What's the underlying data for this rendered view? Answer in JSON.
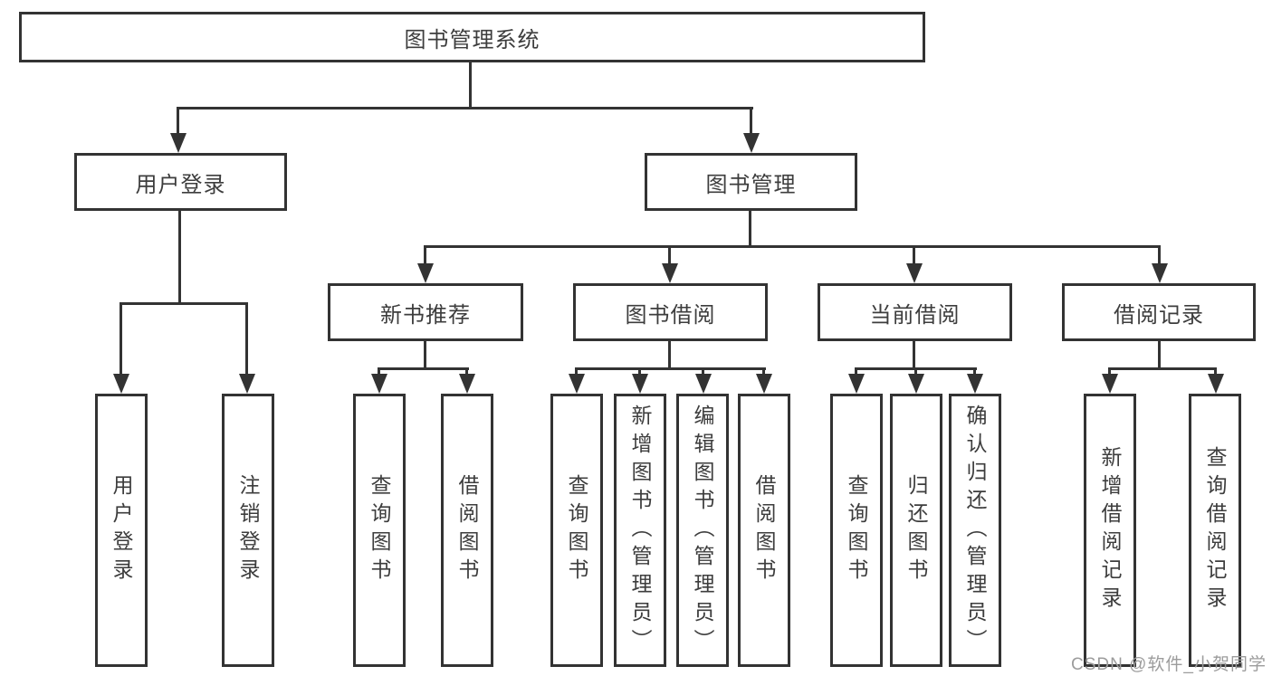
{
  "diagram": {
    "type": "hierarchy-tree",
    "root": {
      "label": "图书管理系统"
    },
    "level2": [
      {
        "label": "用户登录",
        "parent": "图书管理系统"
      },
      {
        "label": "图书管理",
        "parent": "图书管理系统"
      }
    ],
    "level3": [
      {
        "label": "新书推荐",
        "parent": "图书管理"
      },
      {
        "label": "图书借阅",
        "parent": "图书管理"
      },
      {
        "label": "当前借阅",
        "parent": "图书管理"
      },
      {
        "label": "借阅记录",
        "parent": "图书管理"
      }
    ],
    "leaves": [
      {
        "label": "用户登录",
        "parent": "用户登录"
      },
      {
        "label": "注销登录",
        "parent": "用户登录"
      },
      {
        "label": "查询图书",
        "parent": "新书推荐"
      },
      {
        "label": "借阅图书",
        "parent": "新书推荐"
      },
      {
        "label": "查询图书",
        "parent": "图书借阅"
      },
      {
        "label": "新增图书（管理员）",
        "parent": "图书借阅"
      },
      {
        "label": "编辑图书（管理员）",
        "parent": "图书借阅"
      },
      {
        "label": "借阅图书",
        "parent": "图书借阅"
      },
      {
        "label": "查询图书",
        "parent": "当前借阅"
      },
      {
        "label": "归还图书",
        "parent": "当前借阅"
      },
      {
        "label": "确认归还（管理员）",
        "parent": "当前借阅"
      },
      {
        "label": "新增借阅记录",
        "parent": "借阅记录"
      },
      {
        "label": "查询借阅记录",
        "parent": "借阅记录"
      }
    ],
    "watermark": "CSDN @软件_小贺同学",
    "colors": {
      "line": "#333333",
      "text": "#3d3d3d",
      "background": "#ffffff",
      "watermark": "#9c9c9c"
    }
  }
}
